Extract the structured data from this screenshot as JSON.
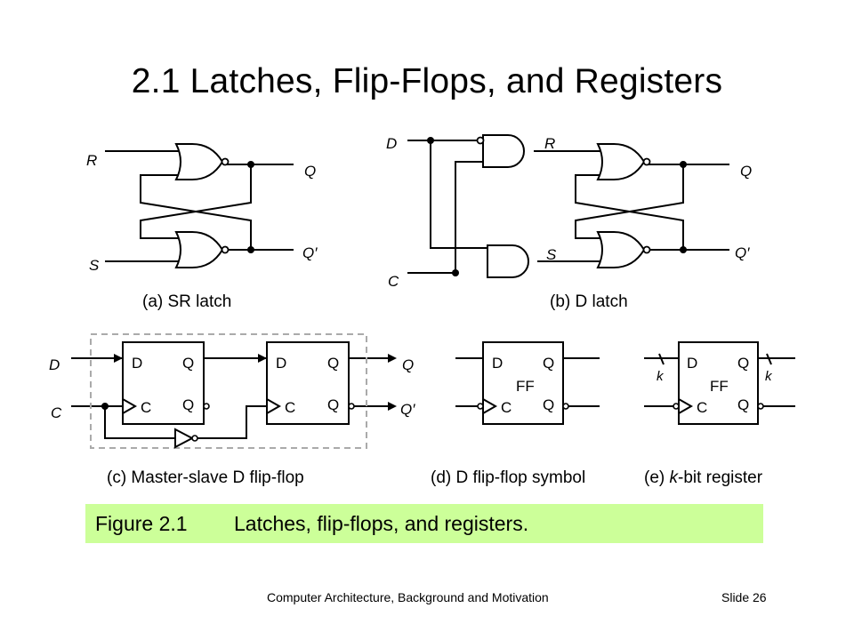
{
  "slide": {
    "title": "2.1  Latches, Flip-Flops, and Registers",
    "caption_number": "Figure 2.1",
    "caption_text": "Latches, flip-flops, and registers.",
    "footer_title": "Computer Architecture, Background and Motivation",
    "footer_slide": "Slide 26"
  },
  "panels": {
    "sr_latch": {
      "caption": "(a) SR latch",
      "in_r": "R",
      "in_s": "S",
      "out_q": "Q",
      "out_qp": "Q′"
    },
    "d_latch": {
      "caption": "(b) D latch",
      "in_d": "D",
      "in_c": "C",
      "sig_r": "R",
      "sig_s": "S",
      "out_q": "Q",
      "out_qp": "Q′"
    },
    "master_slave": {
      "caption": "(c) Master-slave D flip-flop",
      "in_d": "D",
      "in_c": "C",
      "out_q": "Q",
      "out_qp": "Q′",
      "box_d": "D",
      "box_q": "Q",
      "box_c": "C",
      "box_qb": "Q"
    },
    "dff_symbol": {
      "caption": "(d) D flip-flop symbol",
      "box_d": "D",
      "box_q": "Q",
      "box_ff": "FF",
      "box_c": "C",
      "box_qb": "Q"
    },
    "k_register": {
      "caption_pre": "(e) ",
      "caption_k": "k",
      "caption_post": "-bit register",
      "bus_k": "k",
      "box_d": "D",
      "box_q": "Q",
      "box_ff": "FF",
      "box_c": "C",
      "box_qb": "Q"
    }
  }
}
